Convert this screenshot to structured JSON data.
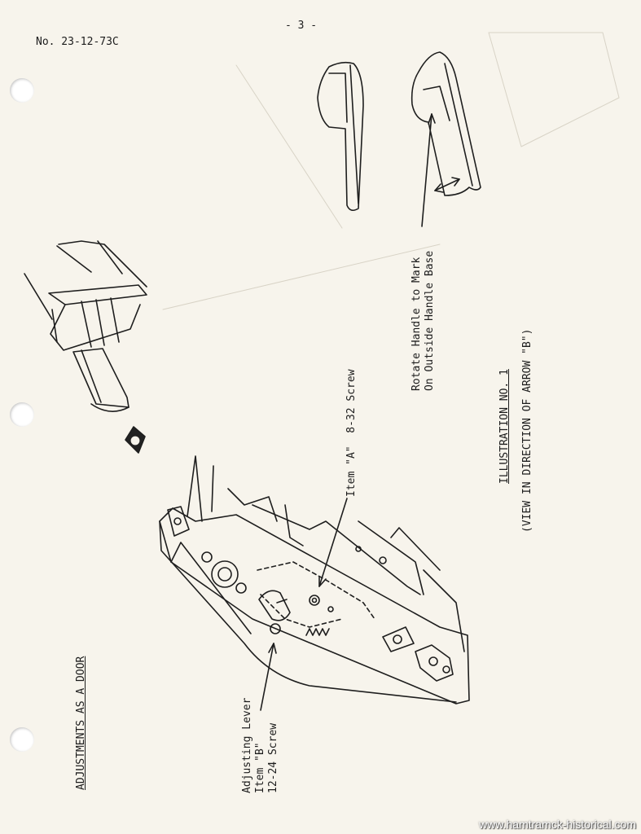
{
  "header": {
    "doc_number": "No. 23-12-73C",
    "page_number": "- 3 -"
  },
  "section_title": "ADJUSTMENTS AS A DOOR",
  "labels": {
    "arrow_b_marker": "B",
    "item_a": "Item \"A\"  8-32 Screw",
    "adjusting_lever": [
      "Adjusting Lever",
      "Item \"B\"",
      "12-24 Screw"
    ],
    "rotate_handle": [
      "Rotate Handle to Mark",
      "On Outside Handle Base"
    ]
  },
  "illustration": {
    "title": "ILLUSTRATION NO. 1",
    "subtitle": "(VIEW IN DIRECTION OF ARROW \"B\")"
  },
  "watermark": "www.hamtramck-historical.com"
}
